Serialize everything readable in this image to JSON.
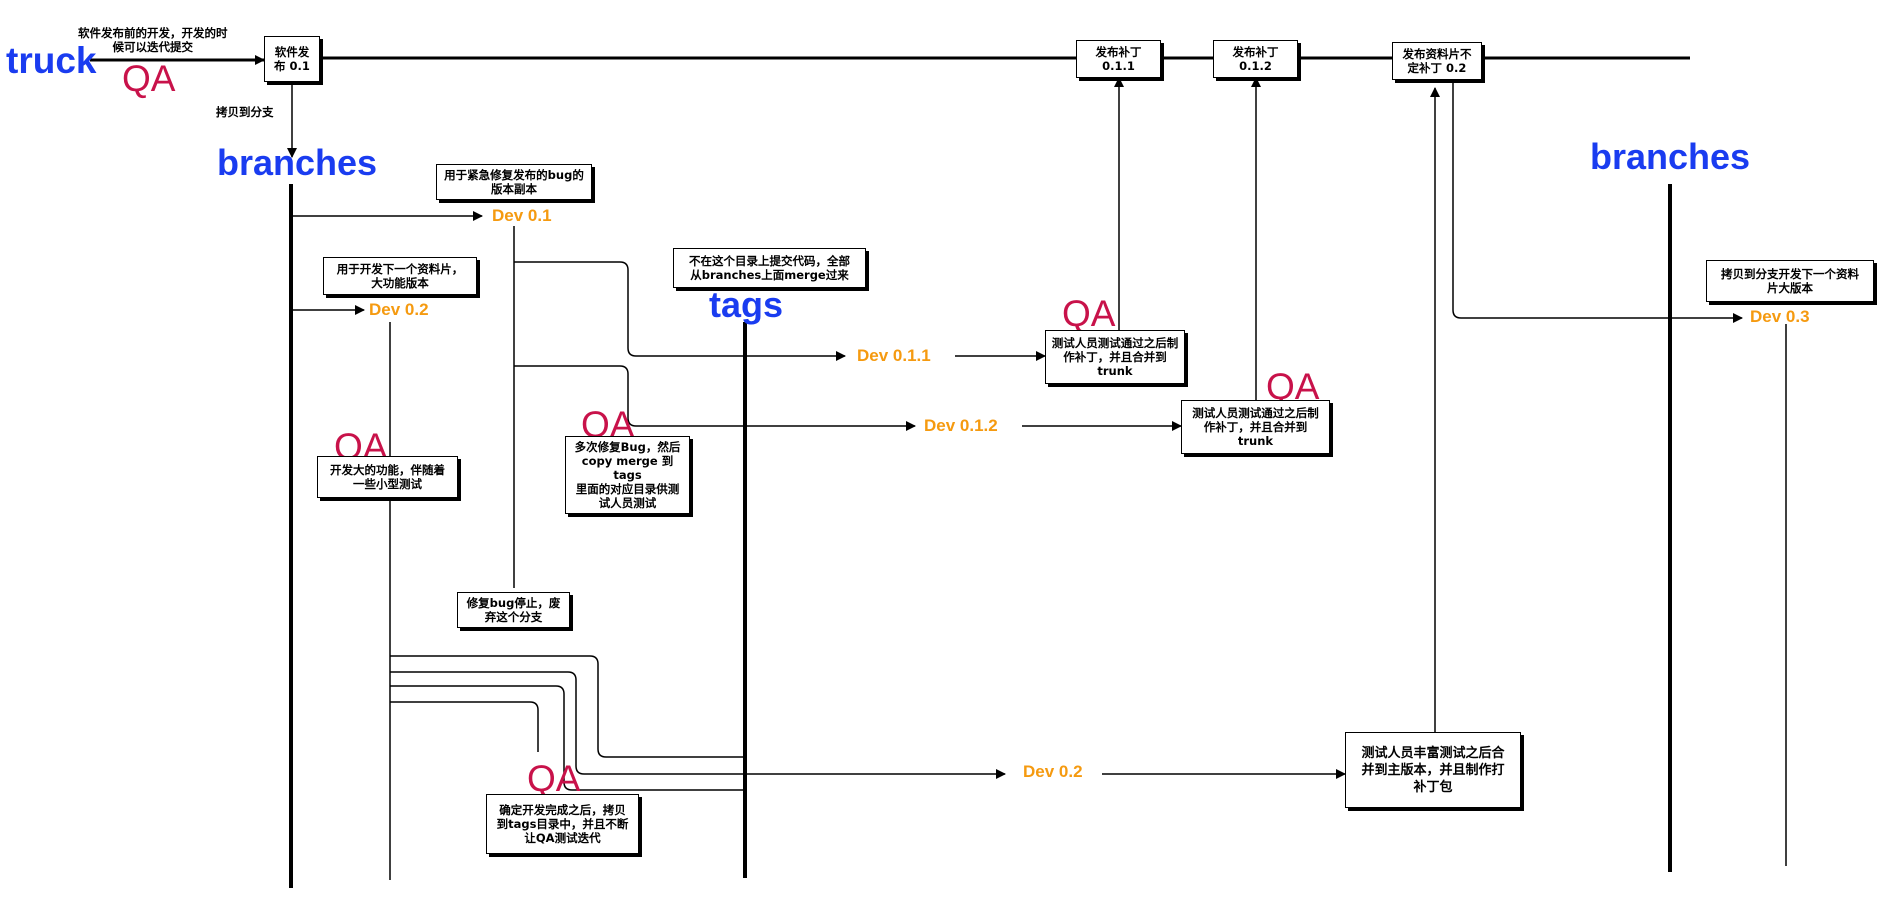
{
  "title_labels": {
    "truck": "truck",
    "branches_left": "branches",
    "branches_right": "branches",
    "tags": "tags"
  },
  "qa_label": "QA",
  "notes": {
    "top_dev": "软件发布前的开发，开发的时\n候可以迭代提交",
    "copy_to_branch": "拷贝到分支"
  },
  "boxes": {
    "release_01": "软件发\n布 0.1",
    "patch_011": "发布补丁\n0.1.1",
    "patch_012": "发布补丁\n0.1.2",
    "patch_02": "发布资料片不\n定补丁 0.2",
    "urgent_fix": "用于紧急修复发布的bug的\n版本副本",
    "next_expansion": "用于开发下一个资料片，\n大功能版本",
    "no_commit_tags": "不在这个目录上提交代码，全部\n从branches上面merge过来",
    "copy_next_big": "拷贝到分支开发下一个资料\n片大版本",
    "qa_patch_011": "测试人员测试通过之后制\n作补丁，并且合并到\ntrunk",
    "qa_patch_012": "测试人员测试通过之后制\n作补丁，并且合并到\ntrunk",
    "big_feature": "开发大的功能，伴随着\n一些小型测试",
    "multi_fix": "多次修复Bug，然后\ncopy  merge 到tags\n里面的对应目录供测\n试人员测试",
    "stop_fix": "修复bug停止，废\n弃这个分支",
    "rich_test": "测试人员丰富测试之后合\n并到主版本，并且制作打\n补丁包",
    "after_dev_done": "确定开发完成之后，拷贝\n到tags目录中，并且不断\n让QA测试迭代"
  },
  "dev_labels": {
    "dev_01": "Dev 0.1",
    "dev_02_branch": "Dev 0.2",
    "dev_011": "Dev 0.1.1",
    "dev_012": "Dev 0.1.2",
    "dev_02_tag": "Dev 0.2",
    "dev_03": "Dev 0.3"
  },
  "colors": {
    "title_blue": "#1a3cf0",
    "qa_red": "#c8124a",
    "dev_orange": "#f59a10",
    "line_black": "#000000"
  }
}
